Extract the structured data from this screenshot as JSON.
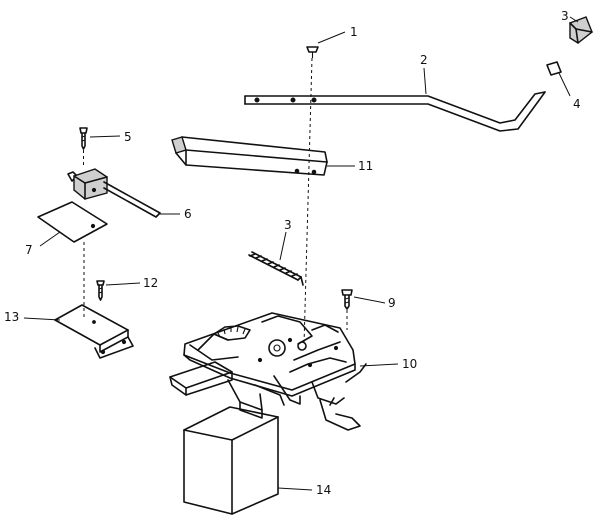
{
  "callouts": {
    "c1": "1",
    "c2": "2",
    "c3a": "3",
    "c4": "4",
    "c5": "5",
    "c6": "6",
    "c7": "7",
    "c11": "11",
    "c3b": "3",
    "c12": "12",
    "c9": "9",
    "c13": "13",
    "c10": "10",
    "c14": "14"
  }
}
